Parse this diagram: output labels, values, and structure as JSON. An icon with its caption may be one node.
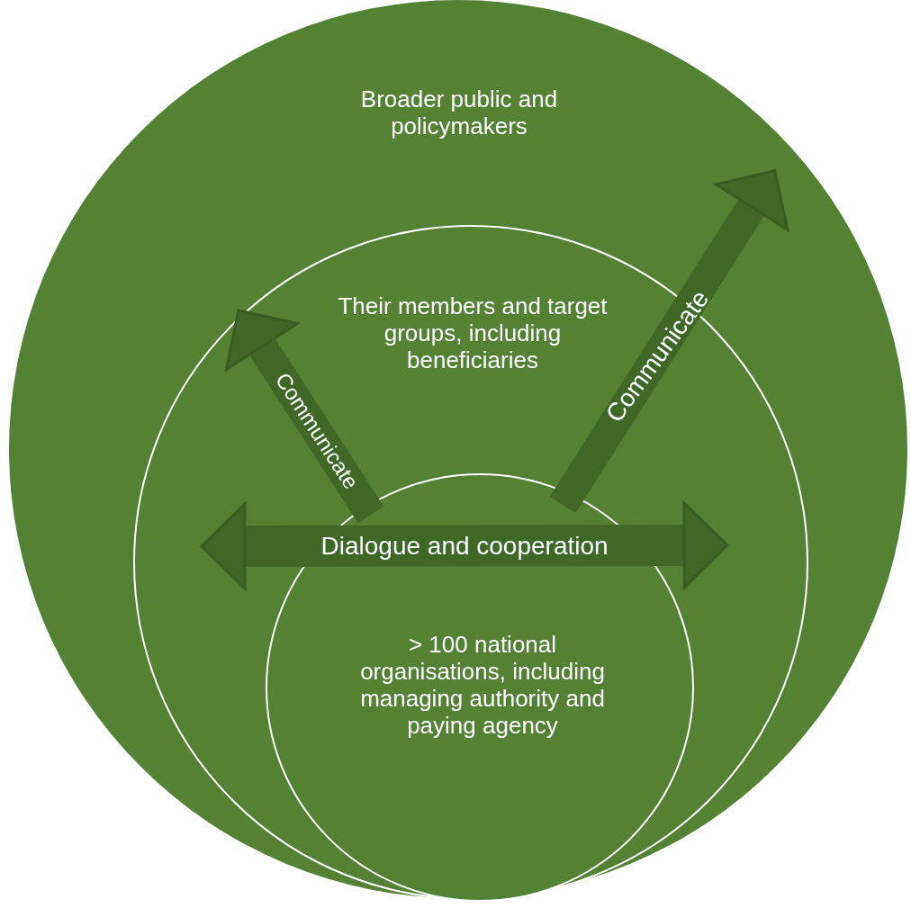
{
  "diagram": {
    "nodes": [
      {
        "text": [
          "Broader public and policymakers"
        ]
      },
      {
        "text": [
          "Their members and target groups, including beneficiaries"
        ],
        "in": 0
      },
      {
        "text": [
          "> 100 national organisations, including managing authority and paying agency"
        ],
        "in": 1
      }
    ],
    "edges": [
      {
        "from": 2,
        "to": 1,
        "arrow": "to",
        "label": "Communicate"
      },
      {
        "from": 2,
        "to": 0,
        "arrow": "to",
        "label": "Communicate"
      },
      {
        "from": 2,
        "to": 1,
        "arrow": "both",
        "label": "Dialogue and cooperation"
      }
    ]
  }
}
